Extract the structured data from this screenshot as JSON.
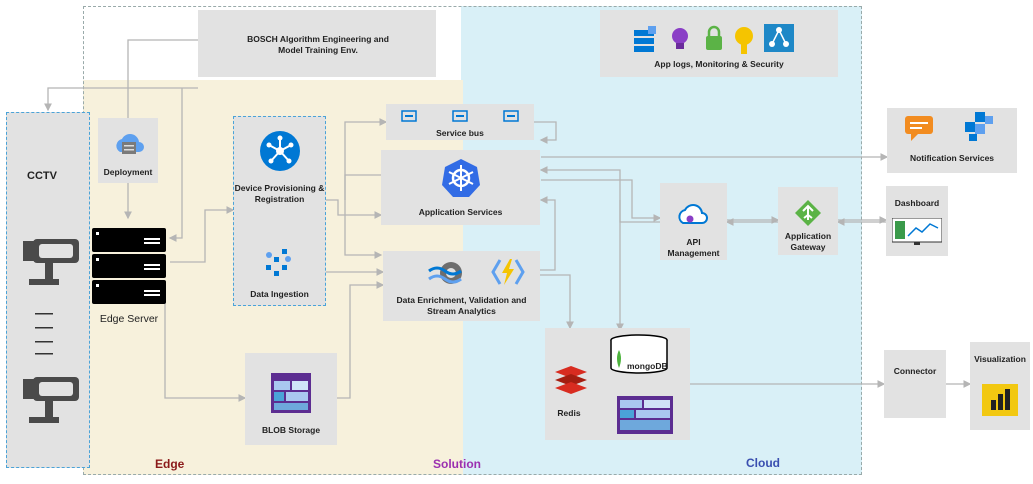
{
  "regions": {
    "edge": "Edge",
    "solution": "Solution",
    "cloud": "Cloud"
  },
  "colors": {
    "edge_bg": "#f7f1dc",
    "cloud_bg": "#d9f0f7",
    "edge_title": "#8b1a1a",
    "solution_title": "#9b30b0",
    "cloud_title": "#3a4fb0",
    "azure_blue": "#0078d4"
  },
  "nodes": {
    "bosch": "BOSCH Algorithm Engineering and Model Training Env.",
    "app_logs": "App logs, Monitoring & Security",
    "cctv": "CCTV",
    "deployment": "Deployment",
    "edge_server": "Edge Server",
    "device_provisioning": "Device Provisioning & Registration",
    "data_ingestion": "Data Ingestion",
    "service_bus": "Service bus",
    "application_services": "Application Services",
    "data_enrichment": "Data Enrichment, Validation and Stream Analytics",
    "blob_storage": "BLOB Storage",
    "redis": "Redis",
    "mongodb": "mongoDB",
    "api_management": "API Management",
    "application_gateway": "Application Gateway",
    "notification_services": "Notification Services",
    "dashboard": "Dashboard",
    "connector": "Connector",
    "visualization": "Visualization"
  },
  "icons": [
    "cloud-server-icon",
    "server-rack-icon",
    "iot-hub-icon",
    "event-hub-icon",
    "kubernetes-icon",
    "stream-analytics-icon",
    "function-icon",
    "storage-icon",
    "redis-icon",
    "mongodb-leaf-icon",
    "api-management-icon",
    "gateway-icon",
    "notification-icon",
    "dashboard-icon",
    "power-bi-icon",
    "cctv-camera-icon",
    "monitor-icon",
    "lightbulb-icon",
    "lock-icon",
    "key-icon",
    "network-icon"
  ]
}
